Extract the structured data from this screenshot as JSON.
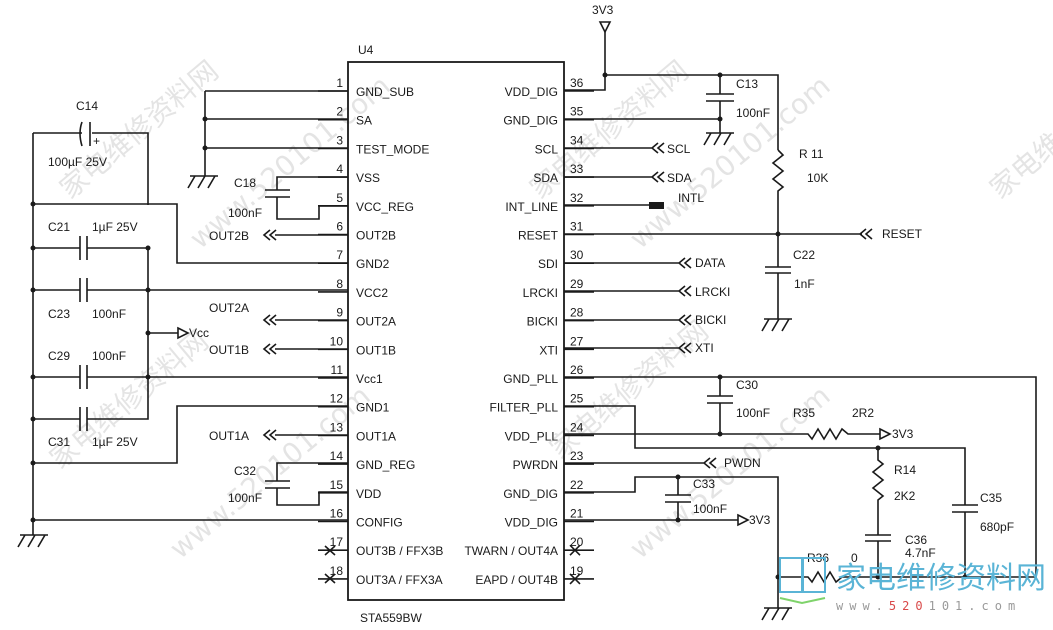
{
  "chip": {
    "ref": "U4",
    "part": "STA559BW",
    "left_pins": [
      {
        "num": "1",
        "name": "GND_SUB"
      },
      {
        "num": "2",
        "name": "SA"
      },
      {
        "num": "3",
        "name": "TEST_MODE"
      },
      {
        "num": "4",
        "name": "VSS"
      },
      {
        "num": "5",
        "name": "VCC_REG"
      },
      {
        "num": "6",
        "name": "OUT2B"
      },
      {
        "num": "7",
        "name": "GND2"
      },
      {
        "num": "8",
        "name": "VCC2"
      },
      {
        "num": "9",
        "name": "OUT2A"
      },
      {
        "num": "10",
        "name": "OUT1B"
      },
      {
        "num": "11",
        "name": "Vcc1"
      },
      {
        "num": "12",
        "name": "GND1"
      },
      {
        "num": "13",
        "name": "OUT1A"
      },
      {
        "num": "14",
        "name": "GND_REG"
      },
      {
        "num": "15",
        "name": "VDD"
      },
      {
        "num": "16",
        "name": "CONFIG"
      },
      {
        "num": "17",
        "name": "OUT3B / FFX3B"
      },
      {
        "num": "18",
        "name": "OUT3A / FFX3A"
      }
    ],
    "right_pins": [
      {
        "num": "36",
        "name": "VDD_DIG"
      },
      {
        "num": "35",
        "name": "GND_DIG"
      },
      {
        "num": "34",
        "name": "SCL"
      },
      {
        "num": "33",
        "name": "SDA"
      },
      {
        "num": "32",
        "name": "INT_LINE"
      },
      {
        "num": "31",
        "name": "RESET"
      },
      {
        "num": "30",
        "name": "SDI"
      },
      {
        "num": "29",
        "name": "LRCKI"
      },
      {
        "num": "28",
        "name": "BICKI"
      },
      {
        "num": "27",
        "name": "XTI"
      },
      {
        "num": "26",
        "name": "GND_PLL"
      },
      {
        "num": "25",
        "name": "FILTER_PLL"
      },
      {
        "num": "24",
        "name": "VDD_PLL"
      },
      {
        "num": "23",
        "name": "PWRDN"
      },
      {
        "num": "22",
        "name": "GND_DIG"
      },
      {
        "num": "21",
        "name": "VDD_DIG"
      },
      {
        "num": "20",
        "name": "TWARN / OUT4A"
      },
      {
        "num": "19",
        "name": "EAPD / OUT4B"
      }
    ]
  },
  "components": {
    "c14": {
      "ref": "C14",
      "value": "100µF  25V",
      "polarity": "+"
    },
    "c18": {
      "ref": "C18",
      "value": "100nF"
    },
    "c21": {
      "ref": "C21",
      "value": "1µF  25V"
    },
    "c23": {
      "ref": "C23",
      "value": "100nF"
    },
    "c29": {
      "ref": "C29",
      "value": "100nF"
    },
    "c31": {
      "ref": "C31",
      "value": "1µF  25V"
    },
    "c32": {
      "ref": "C32",
      "value": "100nF"
    },
    "c13": {
      "ref": "C13",
      "value": "100nF"
    },
    "r11": {
      "ref": "R 11",
      "value": "10K"
    },
    "c22": {
      "ref": "C22",
      "value": "1nF"
    },
    "c30": {
      "ref": "C30",
      "value": "100nF"
    },
    "r35": {
      "ref": "R35",
      "value": "2R2"
    },
    "r14": {
      "ref": "R14",
      "value": "2K2"
    },
    "c35": {
      "ref": "C35",
      "value": "680pF"
    },
    "c36": {
      "ref": "C36",
      "value": "4.7nF"
    },
    "c33": {
      "ref": "C33",
      "value": "100nF"
    },
    "r36": {
      "ref": "R36",
      "value": "0"
    }
  },
  "nets": {
    "top_supply": "3V3",
    "vcc": "Vcc",
    "out2b": "OUT2B",
    "out2a": "OUT2A",
    "out1b": "OUT1B",
    "out1a": "OUT1A",
    "scl": "SCL",
    "sda": "SDA",
    "intl": "INTL",
    "reset": "RESET",
    "data": "DATA",
    "lrcki": "LRCKI",
    "bicki": "BICKI",
    "xti": "XTI",
    "pwdn": "PWDN",
    "supply_3v3_a": "3V3",
    "supply_3v3_b": "3V3"
  },
  "watermark": {
    "site_cn": "家电维修资料网",
    "site_url_prefix": "www.",
    "site_url_num": "520",
    "site_url_rest": "101.com",
    "diag_cn": "家电维修资料网",
    "diag_url": "www.520101.com"
  }
}
